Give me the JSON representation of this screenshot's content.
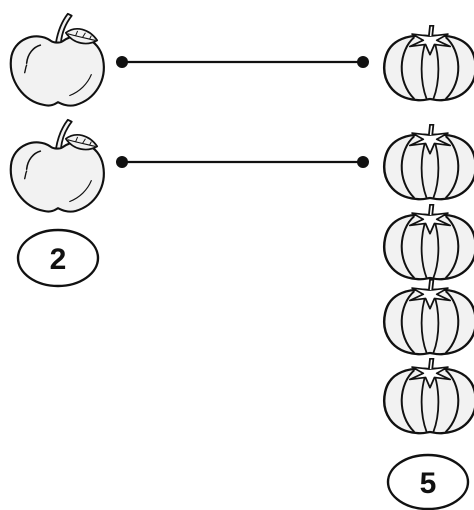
{
  "worksheet": {
    "left_group": {
      "item": "apple",
      "icon": "apple-icon",
      "count": 2,
      "count_label": "2"
    },
    "right_group": {
      "item": "tomato",
      "icon": "tomato-icon",
      "count": 5,
      "count_label": "5"
    },
    "matching_lines": [
      {
        "from_apple": 1,
        "to_tomato": 1
      },
      {
        "from_apple": 2,
        "to_tomato": 2
      }
    ],
    "colors": {
      "ink": "#111111",
      "fruit_fill": "#f2f2f2",
      "background": "#ffffff"
    }
  }
}
